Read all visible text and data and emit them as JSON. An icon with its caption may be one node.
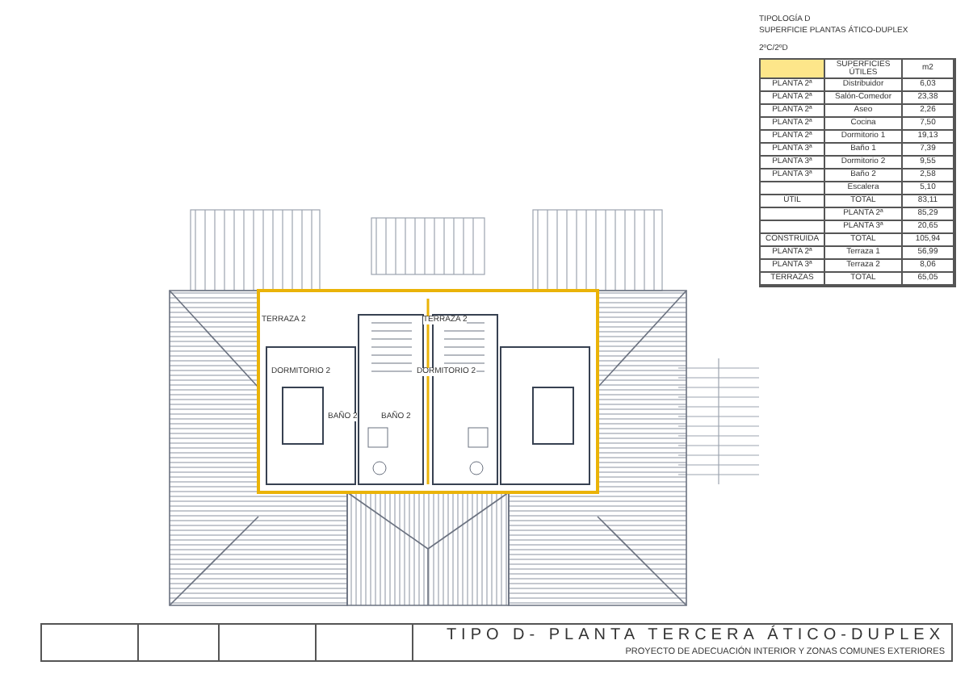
{
  "diagram": {
    "title": "TIPO D- PLANTA TERCERA ÁTICO-DUPLEX",
    "caption": "PROYECTO DE ADECUACIÓN INTERIOR Y ZONAS COMUNES EXTERIORES",
    "labels": [
      "TIPOLOGÍA D",
      "SUPERFICIE PLANTAS ÁTICO-DUPLEX",
      "2ºC/2ºD",
      "SUPERFICIES ÚTILES",
      "m2",
      "PLANTA 2ª",
      "Distribuidor",
      "6,03",
      "PLANTA 2ª",
      "Salón-Comedor",
      "23,38",
      "PLANTA 2ª",
      "Aseo",
      "2,26",
      "PLANTA 2ª",
      "Cocina",
      "7,50",
      "PLANTA 2ª",
      "Dormitorio 1",
      "19,13",
      "PLANTA 3ª",
      "Baño 1",
      "7,39",
      "PLANTA 3ª",
      "Dormitorio 2",
      "9,55",
      "PLANTA 3ª",
      "Baño 2",
      "2,58",
      "Escalera",
      "5,10",
      "ÚTIL",
      "TOTAL",
      "83,11",
      "PLANTA 2ª",
      "85,29",
      "PLANTA 3ª",
      "20,65",
      "CONSTRUIDA",
      "TOTAL",
      "105,94",
      "PLANTA 2ª",
      "Terraza 1",
      "56,99",
      "PLANTA 3ª",
      "Terraza 2",
      "8,06",
      "TERRAZAS",
      "TOTAL",
      "65,05",
      "TERRAZA 2",
      "TERRAZA 2",
      "DORMITORIO 2",
      "DORMITORIO 2",
      "BAÑO 2",
      "BAÑO 2"
    ]
  }
}
